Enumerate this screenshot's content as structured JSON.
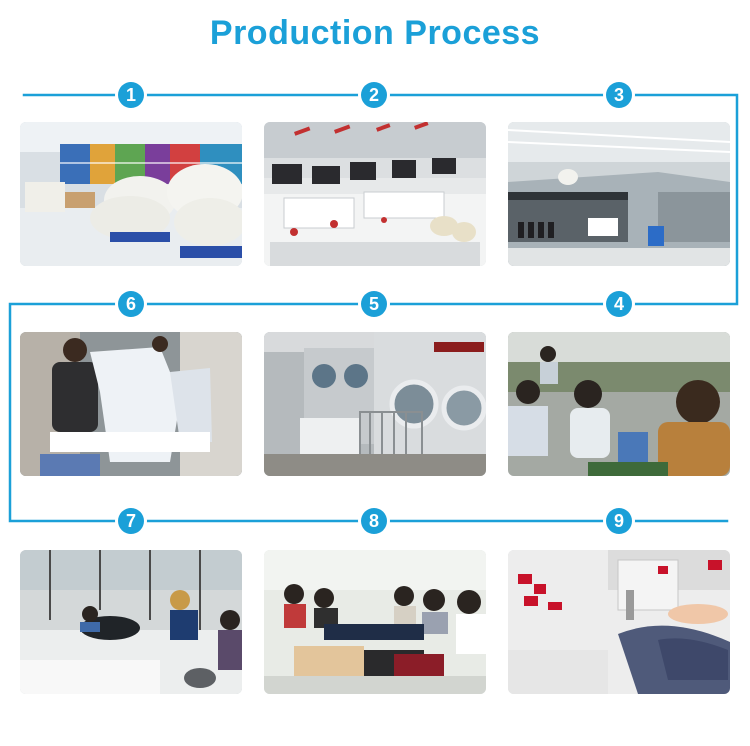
{
  "title": "Production Process",
  "accent_color": "#1ba0d8",
  "steps": [
    {
      "number": "1",
      "scene": "yarn-warehouse-photo"
    },
    {
      "number": "2",
      "scene": "yarn-winding-machine-photo"
    },
    {
      "number": "3",
      "scene": "knitting-machine-hall-photo"
    },
    {
      "number": "4",
      "scene": "linking-workers-photo"
    },
    {
      "number": "5",
      "scene": "washing-machines-photo"
    },
    {
      "number": "6",
      "scene": "quality-inspection-photo"
    },
    {
      "number": "7",
      "scene": "ironing-station-photo"
    },
    {
      "number": "8",
      "scene": "trimming-workers-photo"
    },
    {
      "number": "9",
      "scene": "sewing-label-photo"
    }
  ]
}
